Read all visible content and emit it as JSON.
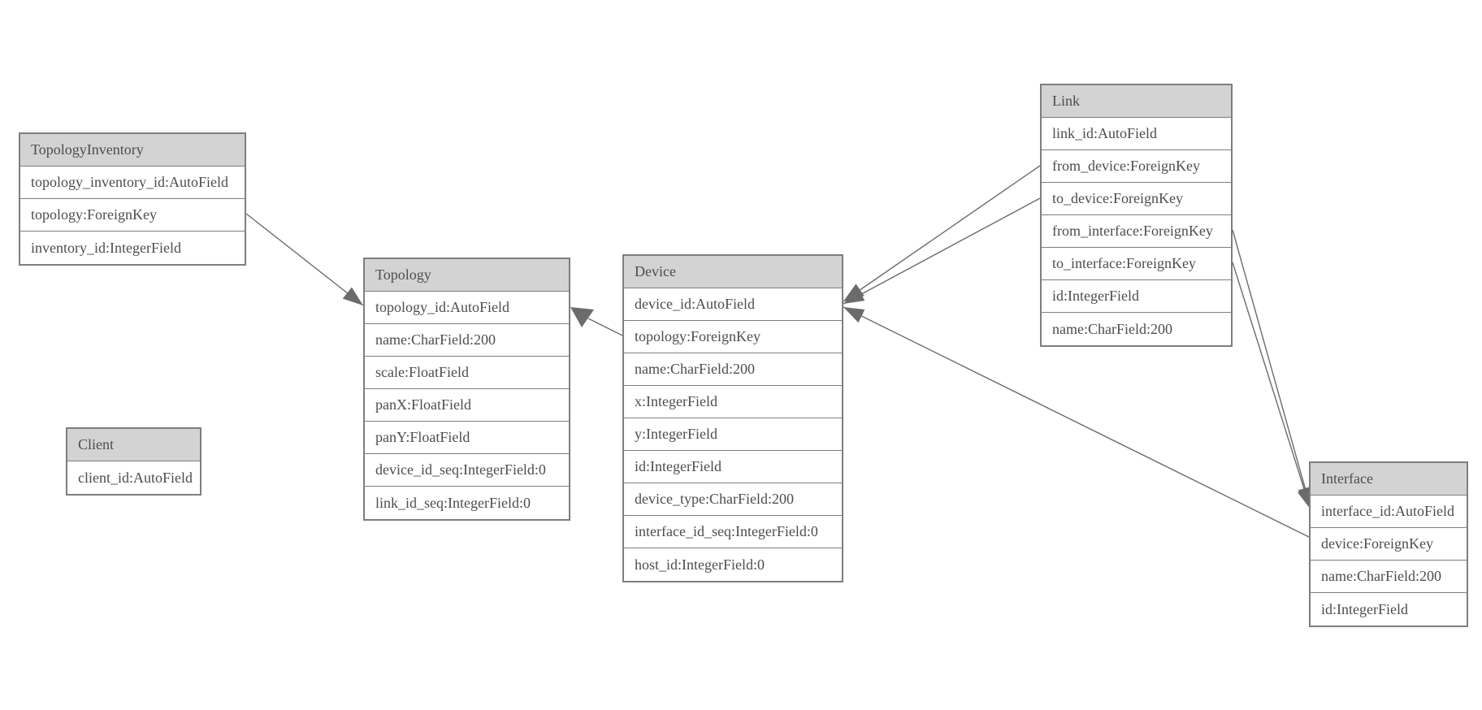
{
  "diagram": {
    "type": "entity-relationship-model",
    "colors": {
      "background": "#ffffff",
      "header_fill": "#d3d3d3",
      "border": "#7e7e7e",
      "text": "#4d4d4d",
      "edge_line": "#6b6b6b",
      "arrow_fill": "#6b6b6b"
    },
    "tables": [
      {
        "name": "TopologyInventory",
        "fields": [
          "topology_inventory_id:AutoField",
          "topology:ForeignKey",
          "inventory_id:IntegerField"
        ]
      },
      {
        "name": "Topology",
        "fields": [
          "topology_id:AutoField",
          "name:CharField:200",
          "scale:FloatField",
          "panX:FloatField",
          "panY:FloatField",
          "device_id_seq:IntegerField:0",
          "link_id_seq:IntegerField:0"
        ]
      },
      {
        "name": "Client",
        "fields": [
          "client_id:AutoField"
        ]
      },
      {
        "name": "Device",
        "fields": [
          "device_id:AutoField",
          "topology:ForeignKey",
          "name:CharField:200",
          "x:IntegerField",
          "y:IntegerField",
          "id:IntegerField",
          "device_type:CharField:200",
          "interface_id_seq:IntegerField:0",
          "host_id:IntegerField:0"
        ]
      },
      {
        "name": "Link",
        "fields": [
          "link_id:AutoField",
          "from_device:ForeignKey",
          "to_device:ForeignKey",
          "from_interface:ForeignKey",
          "to_interface:ForeignKey",
          "id:IntegerField",
          "name:CharField:200"
        ]
      },
      {
        "name": "Interface",
        "fields": [
          "interface_id:AutoField",
          "device:ForeignKey",
          "name:CharField:200",
          "id:IntegerField"
        ]
      }
    ],
    "relationships": [
      {
        "from": "TopologyInventory.topology",
        "to": "Topology"
      },
      {
        "from": "Device.topology",
        "to": "Topology"
      },
      {
        "from": "Link.from_device",
        "to": "Device"
      },
      {
        "from": "Link.to_device",
        "to": "Device"
      },
      {
        "from": "Link.from_interface",
        "to": "Interface"
      },
      {
        "from": "Link.to_interface",
        "to": "Interface"
      },
      {
        "from": "Interface.device",
        "to": "Device"
      }
    ]
  }
}
